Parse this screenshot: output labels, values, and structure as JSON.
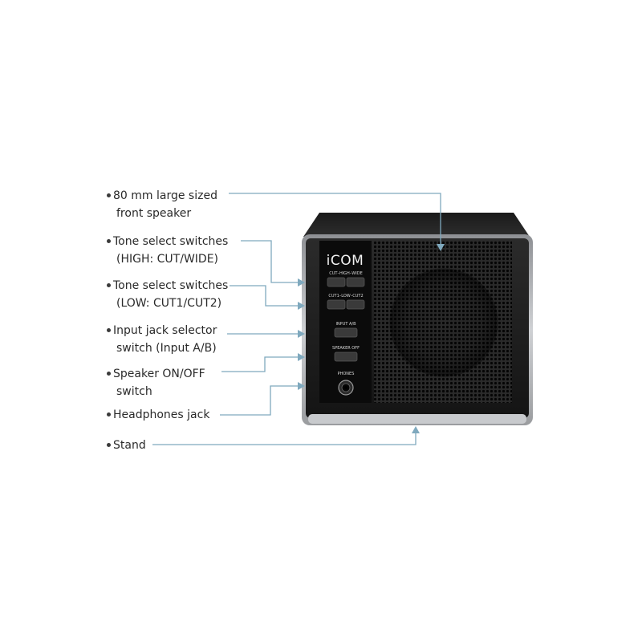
{
  "callouts": [
    {
      "line1": "80 mm large sized",
      "line2": "front speaker"
    },
    {
      "line1": "Tone select switches",
      "line2": "(HIGH: CUT/WIDE)"
    },
    {
      "line1": "Tone select switches",
      "line2": "(LOW: CUT1/CUT2)"
    },
    {
      "line1": "Input jack selector",
      "line2": "switch (Input A/B)"
    },
    {
      "line1": "Speaker ON/OFF",
      "line2": "switch"
    },
    {
      "line1": "Headphones jack",
      "line2": ""
    },
    {
      "line1": "Stand",
      "line2": ""
    }
  ],
  "device": {
    "brand": "iCOM",
    "high_switch_label": "CUT–HIGH–WIDE",
    "low_switch_label": "CUT1–LOW–CUT2",
    "input_label": "INPUT A/B",
    "speaker_off_label": "SPEAKER OFF",
    "phones_label": "PHONES"
  },
  "colors": {
    "leader_line": "#7fa9be",
    "body": "#1c1c1c",
    "trim": "#b9bbbe",
    "panel": "#0b0b0b",
    "grille": "#151515"
  }
}
